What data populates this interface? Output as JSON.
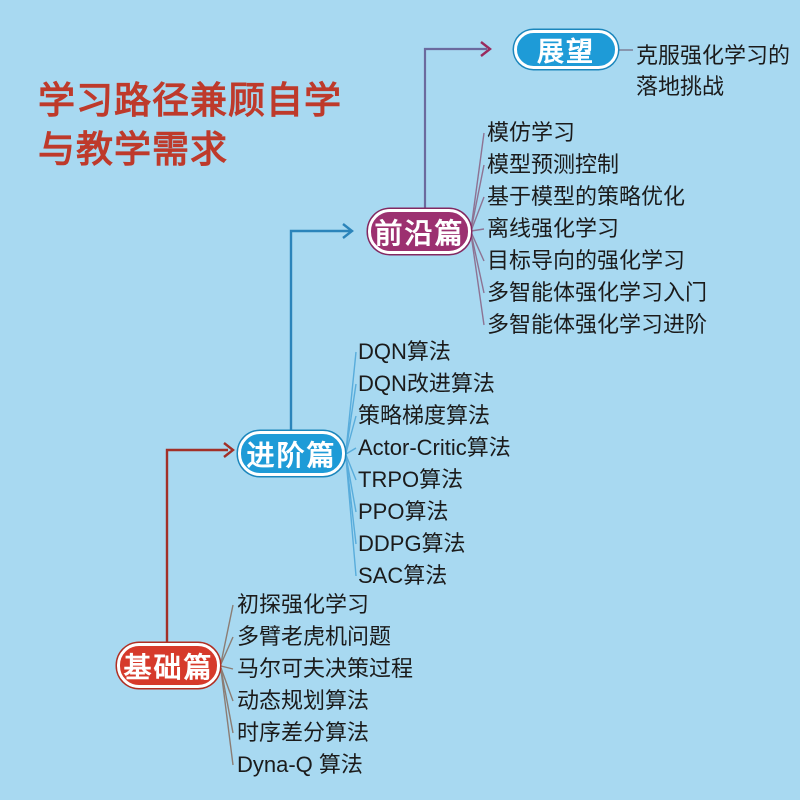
{
  "title": {
    "line1": "学习路径兼顾自学",
    "line2": "与教学需求"
  },
  "colors": {
    "background": "#A8D9F1",
    "title_red": "#BE3A2B",
    "node_blue": "#1E9BD7",
    "node_magenta": "#9C3170",
    "node_red": "#D63A2B",
    "connector_red": "#A23028",
    "connector_blue": "#2B84BA",
    "connector_purple": "#6B6A9E",
    "arrow_magenta": "#992B5E",
    "branch_gray": "#8B7D74",
    "branch_mauve": "#8D7393",
    "branch_lightblue": "#58ACDB",
    "item_text": "#1B1B1B"
  },
  "nodes": [
    {
      "label": "展望",
      "note": [
        "克服强化学习的",
        "落地挑战"
      ]
    },
    {
      "label": "前沿篇",
      "items": [
        "模仿学习",
        "模型预测控制",
        "基于模型的策略优化",
        "离线强化学习",
        "目标导向的强化学习",
        "多智能体强化学习入门",
        "多智能体强化学习进阶"
      ]
    },
    {
      "label": "进阶篇",
      "items": [
        "DQN算法",
        "DQN改进算法",
        "策略梯度算法",
        "Actor-Critic算法",
        "TRPO算法",
        "PPO算法",
        "DDPG算法",
        "SAC算法"
      ]
    },
    {
      "label": "基础篇",
      "items": [
        "初探强化学习",
        "多臂老虎机问题",
        "马尔可夫决策过程",
        "动态规划算法",
        "时序差分算法",
        "Dyna-Q 算法"
      ]
    }
  ]
}
